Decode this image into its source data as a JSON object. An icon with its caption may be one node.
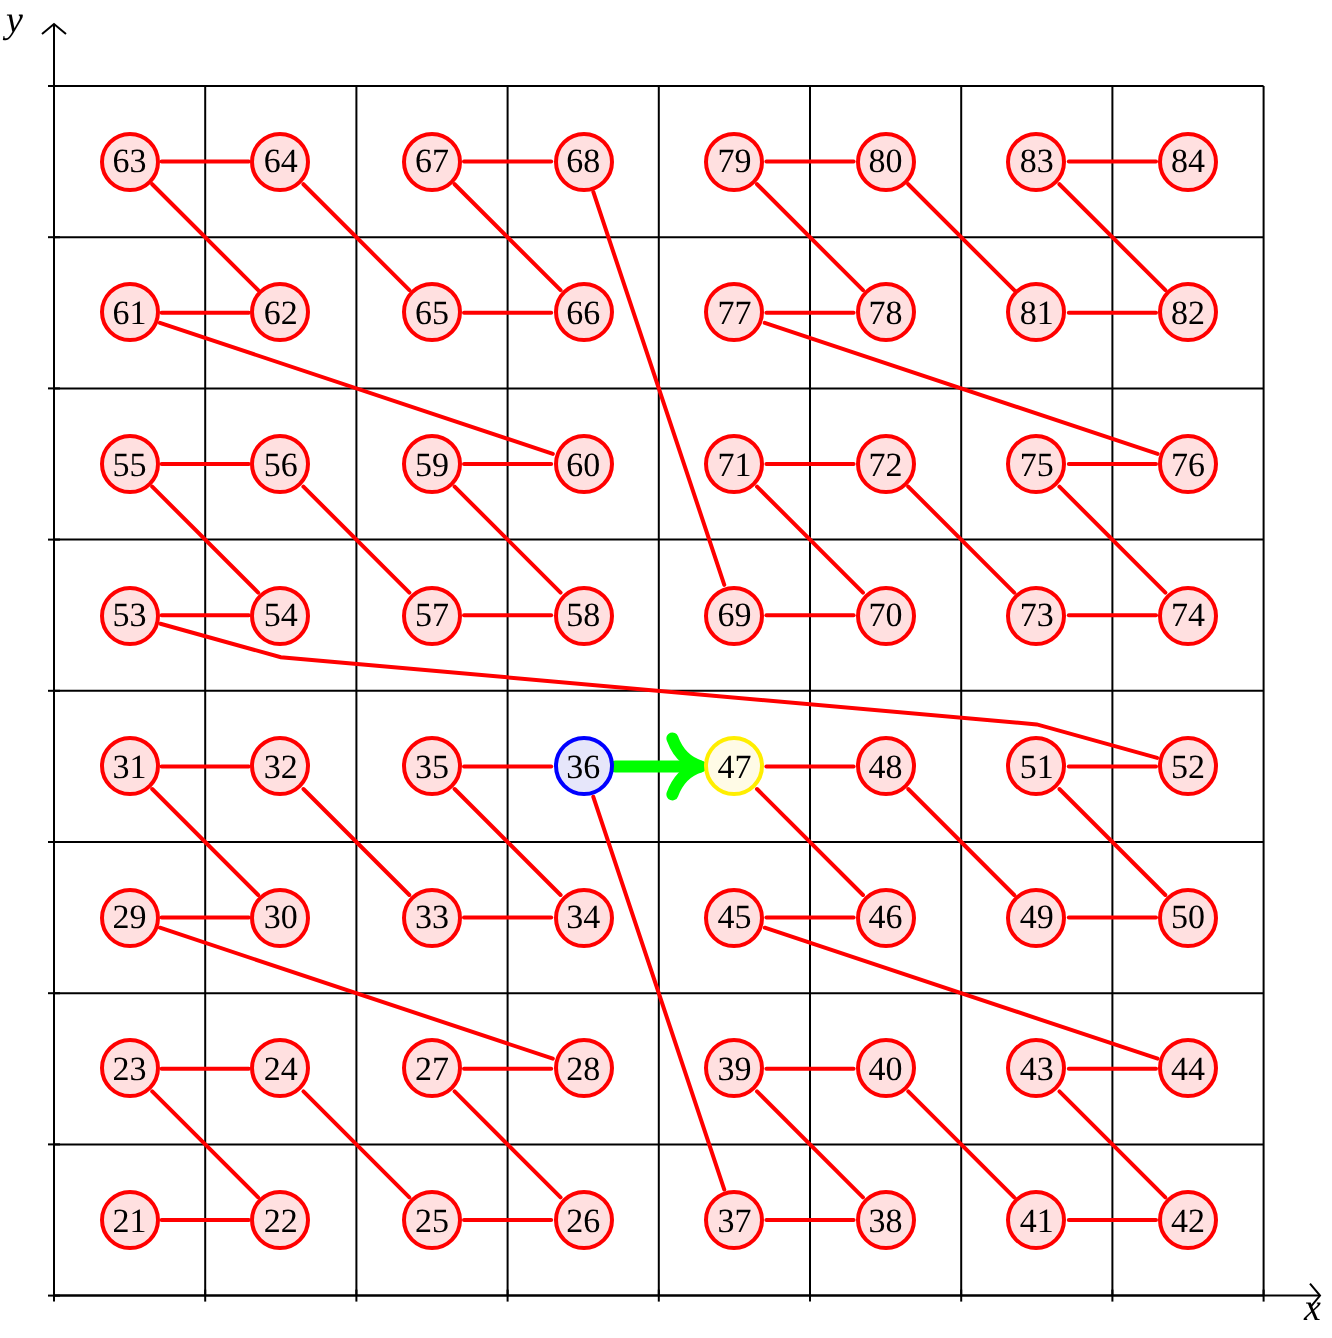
{
  "diagram": {
    "nodes": [
      {
        "text": [
          "63"
        ]
      },
      {
        "text": [
          "64"
        ]
      },
      {
        "text": [
          "67"
        ]
      },
      {
        "text": [
          "68"
        ]
      },
      {
        "text": [
          "79"
        ]
      },
      {
        "text": [
          "80"
        ]
      },
      {
        "text": [
          "83"
        ]
      },
      {
        "text": [
          "84"
        ]
      },
      {
        "text": [
          "61"
        ]
      },
      {
        "text": [
          "62"
        ]
      },
      {
        "text": [
          "65"
        ]
      },
      {
        "text": [
          "66"
        ]
      },
      {
        "text": [
          "77"
        ]
      },
      {
        "text": [
          "78"
        ]
      },
      {
        "text": [
          "81"
        ]
      },
      {
        "text": [
          "82"
        ]
      },
      {
        "text": [
          "55"
        ]
      },
      {
        "text": [
          "56"
        ]
      },
      {
        "text": [
          "59"
        ]
      },
      {
        "text": [
          "60"
        ]
      },
      {
        "text": [
          "71"
        ]
      },
      {
        "text": [
          "72"
        ]
      },
      {
        "text": [
          "75"
        ]
      },
      {
        "text": [
          "76"
        ]
      },
      {
        "text": [
          "53"
        ]
      },
      {
        "text": [
          "54"
        ]
      },
      {
        "text": [
          "57"
        ]
      },
      {
        "text": [
          "58"
        ]
      },
      {
        "text": [
          "69"
        ]
      },
      {
        "text": [
          "70"
        ]
      },
      {
        "text": [
          "73"
        ]
      },
      {
        "text": [
          "74"
        ]
      },
      {
        "text": [
          "31"
        ]
      },
      {
        "text": [
          "32"
        ]
      },
      {
        "text": [
          "35"
        ]
      },
      {
        "text": [
          "36"
        ]
      },
      {
        "text": [
          "47"
        ]
      },
      {
        "text": [
          "48"
        ]
      },
      {
        "text": [
          "51"
        ]
      },
      {
        "text": [
          "52"
        ]
      },
      {
        "text": [
          "29"
        ]
      },
      {
        "text": [
          "30"
        ]
      },
      {
        "text": [
          "33"
        ]
      },
      {
        "text": [
          "34"
        ]
      },
      {
        "text": [
          "45"
        ]
      },
      {
        "text": [
          "46"
        ]
      },
      {
        "text": [
          "49"
        ]
      },
      {
        "text": [
          "50"
        ]
      },
      {
        "text": [
          "23"
        ]
      },
      {
        "text": [
          "24"
        ]
      },
      {
        "text": [
          "27"
        ]
      },
      {
        "text": [
          "28"
        ]
      },
      {
        "text": [
          "39"
        ]
      },
      {
        "text": [
          "40"
        ]
      },
      {
        "text": [
          "43"
        ]
      },
      {
        "text": [
          "44"
        ]
      },
      {
        "text": [
          "21"
        ]
      },
      {
        "text": [
          "22"
        ]
      },
      {
        "text": [
          "25"
        ]
      },
      {
        "text": [
          "26"
        ]
      },
      {
        "text": [
          "37"
        ]
      },
      {
        "text": [
          "38"
        ]
      },
      {
        "text": [
          "41"
        ]
      },
      {
        "text": [
          "42"
        ]
      }
    ],
    "edges": [
      {
        "from": 56,
        "to": 57,
        "arrow": "none"
      },
      {
        "from": 57,
        "to": 48,
        "arrow": "none"
      },
      {
        "from": 48,
        "to": 49,
        "arrow": "none"
      },
      {
        "from": 49,
        "to": 58,
        "arrow": "none"
      },
      {
        "from": 58,
        "to": 59,
        "arrow": "none"
      },
      {
        "from": 59,
        "to": 50,
        "arrow": "none"
      },
      {
        "from": 50,
        "to": 51,
        "arrow": "none"
      },
      {
        "from": 51,
        "to": 40,
        "arrow": "none"
      },
      {
        "from": 40,
        "to": 41,
        "arrow": "none"
      },
      {
        "from": 41,
        "to": 32,
        "arrow": "none"
      },
      {
        "from": 32,
        "to": 33,
        "arrow": "none"
      },
      {
        "from": 33,
        "to": 42,
        "arrow": "none"
      },
      {
        "from": 42,
        "to": 43,
        "arrow": "none"
      },
      {
        "from": 43,
        "to": 34,
        "arrow": "none"
      },
      {
        "from": 34,
        "to": 35,
        "arrow": "none"
      },
      {
        "from": 35,
        "to": 60,
        "arrow": "none"
      },
      {
        "from": 60,
        "to": 61,
        "arrow": "none"
      },
      {
        "from": 61,
        "to": 52,
        "arrow": "none"
      },
      {
        "from": 52,
        "to": 53,
        "arrow": "none"
      },
      {
        "from": 53,
        "to": 62,
        "arrow": "none"
      },
      {
        "from": 62,
        "to": 63,
        "arrow": "none"
      },
      {
        "from": 63,
        "to": 54,
        "arrow": "none"
      },
      {
        "from": 54,
        "to": 55,
        "arrow": "none"
      },
      {
        "from": 55,
        "to": 44,
        "arrow": "none"
      },
      {
        "from": 44,
        "to": 45,
        "arrow": "none"
      },
      {
        "from": 45,
        "to": 36,
        "arrow": "none"
      },
      {
        "from": 36,
        "to": 37,
        "arrow": "none"
      },
      {
        "from": 37,
        "to": 46,
        "arrow": "none"
      },
      {
        "from": 46,
        "to": 47,
        "arrow": "none"
      },
      {
        "from": 47,
        "to": 38,
        "arrow": "none"
      },
      {
        "from": 38,
        "to": 39,
        "arrow": "none"
      },
      {
        "from": 39,
        "to": 24,
        "arrow": "none"
      },
      {
        "from": 24,
        "to": 25,
        "arrow": "none"
      },
      {
        "from": 25,
        "to": 16,
        "arrow": "none"
      },
      {
        "from": 16,
        "to": 17,
        "arrow": "none"
      },
      {
        "from": 17,
        "to": 26,
        "arrow": "none"
      },
      {
        "from": 26,
        "to": 27,
        "arrow": "none"
      },
      {
        "from": 27,
        "to": 18,
        "arrow": "none"
      },
      {
        "from": 18,
        "to": 19,
        "arrow": "none"
      },
      {
        "from": 19,
        "to": 8,
        "arrow": "none"
      },
      {
        "from": 8,
        "to": 9,
        "arrow": "none"
      },
      {
        "from": 9,
        "to": 0,
        "arrow": "none"
      },
      {
        "from": 0,
        "to": 1,
        "arrow": "none"
      },
      {
        "from": 1,
        "to": 10,
        "arrow": "none"
      },
      {
        "from": 10,
        "to": 11,
        "arrow": "none"
      },
      {
        "from": 11,
        "to": 2,
        "arrow": "none"
      },
      {
        "from": 2,
        "to": 3,
        "arrow": "none"
      },
      {
        "from": 3,
        "to": 28,
        "arrow": "none"
      },
      {
        "from": 28,
        "to": 29,
        "arrow": "none"
      },
      {
        "from": 29,
        "to": 20,
        "arrow": "none"
      },
      {
        "from": 20,
        "to": 21,
        "arrow": "none"
      },
      {
        "from": 21,
        "to": 30,
        "arrow": "none"
      },
      {
        "from": 30,
        "to": 31,
        "arrow": "none"
      },
      {
        "from": 31,
        "to": 22,
        "arrow": "none"
      },
      {
        "from": 22,
        "to": 23,
        "arrow": "none"
      },
      {
        "from": 23,
        "to": 12,
        "arrow": "none"
      },
      {
        "from": 12,
        "to": 13,
        "arrow": "none"
      },
      {
        "from": 13,
        "to": 4,
        "arrow": "none"
      },
      {
        "from": 4,
        "to": 5,
        "arrow": "none"
      },
      {
        "from": 5,
        "to": 14,
        "arrow": "none"
      },
      {
        "from": 14,
        "to": 15,
        "arrow": "none"
      },
      {
        "from": 15,
        "to": 6,
        "arrow": "none"
      },
      {
        "from": 6,
        "to": 7,
        "arrow": "none"
      },
      {
        "from": 35,
        "to": 36,
        "arrow": "to",
        "style": "thick",
        "color": "#00ff00"
      }
    ],
    "labels": [
      "y",
      "x"
    ]
  }
}
